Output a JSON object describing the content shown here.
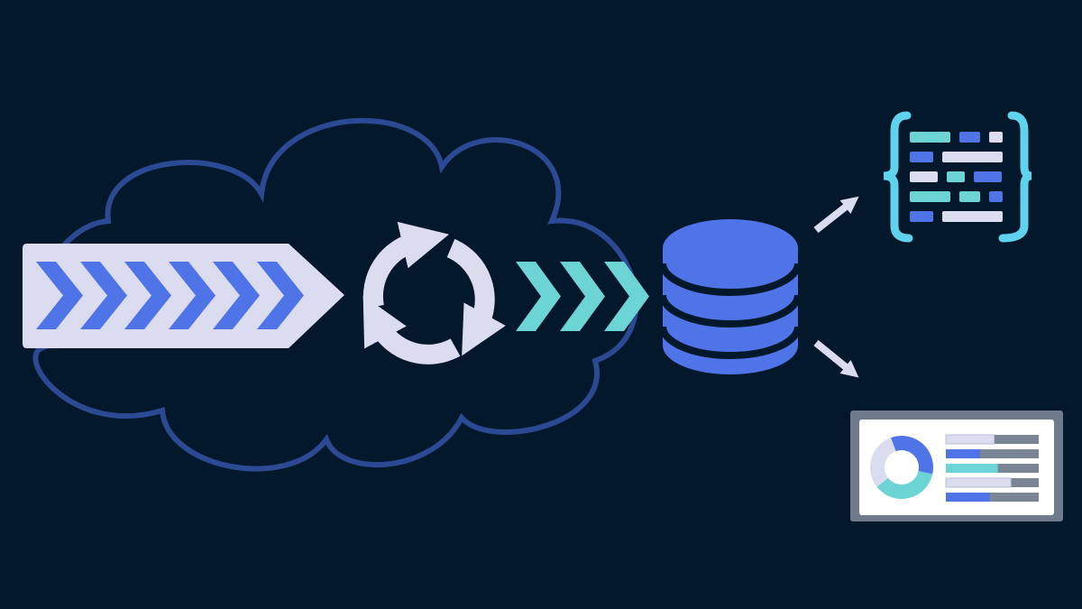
{
  "colors": {
    "background": "#03182a",
    "cloud_outline": "#2c4a93",
    "banner": "#dcdcf0",
    "blue": "#4f74e8",
    "teal": "#6cd4d4",
    "light": "#dcdcf0",
    "brace": "#5fd3ee",
    "panel_frame": "#6f7b8c",
    "panel": "#ffffff",
    "bar_track": "#7a8596"
  },
  "icons": {
    "cloud": "cloud-outline-icon",
    "ingest": "chevron-stream-icon",
    "cycle": "refresh-cycle-icon",
    "database": "database-icon",
    "json": "json-braces-icon",
    "dashboard": "dashboard-icon"
  },
  "json_rows": [
    [
      "teal",
      "blue",
      "light"
    ],
    [
      "blue",
      "light"
    ],
    [
      "light",
      "teal",
      "blue"
    ],
    [
      "teal",
      "teal",
      "blue"
    ],
    [
      "blue",
      "light"
    ]
  ],
  "dashboard": {
    "donut": [
      {
        "color": "blue",
        "share": 0.34
      },
      {
        "color": "teal",
        "share": 0.36
      },
      {
        "color": "light",
        "share": 0.3
      }
    ],
    "bars": [
      {
        "color": "light",
        "fill": 0.52
      },
      {
        "color": "blue",
        "fill": 0.37
      },
      {
        "color": "teal",
        "fill": 0.56
      },
      {
        "color": "light",
        "fill": 0.7
      },
      {
        "color": "blue",
        "fill": 0.47
      }
    ]
  }
}
